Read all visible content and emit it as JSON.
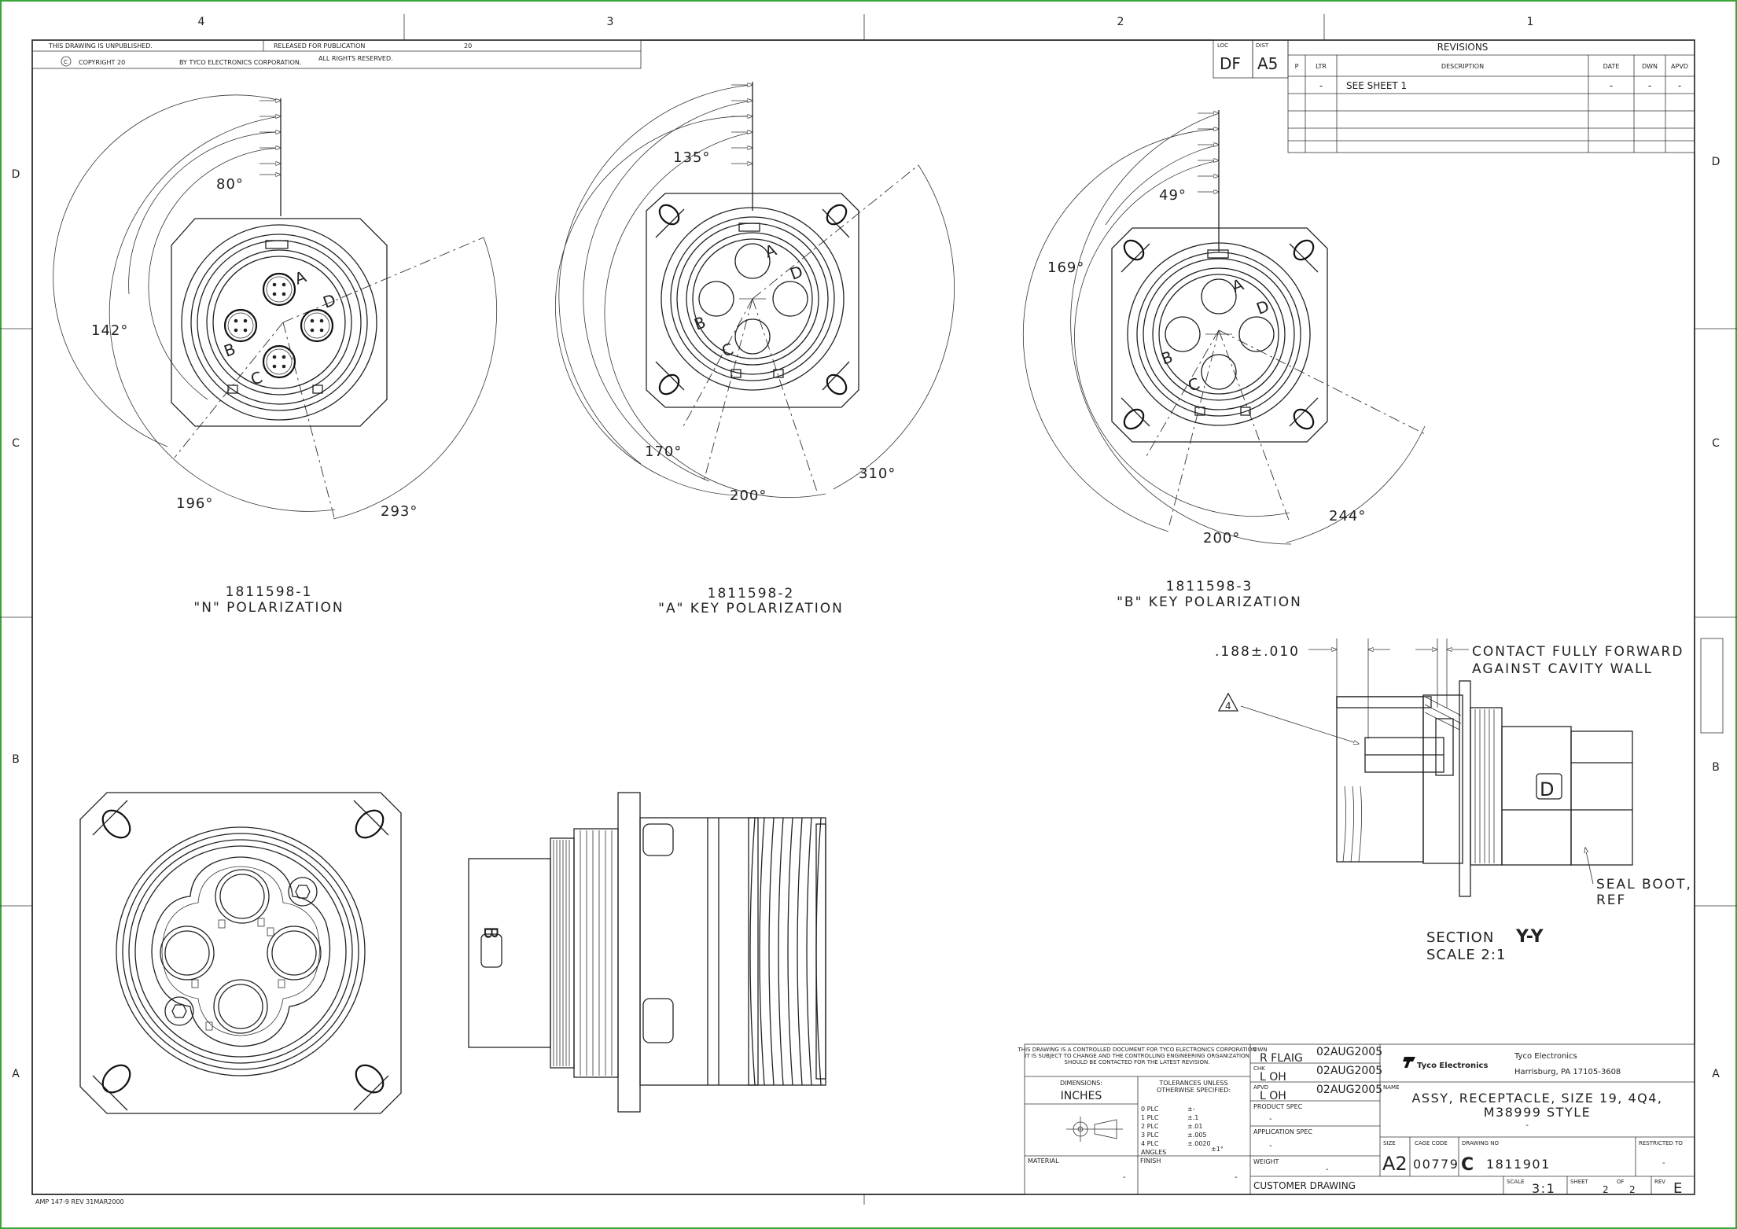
{
  "notices": {
    "unpublished": "THIS DRAWING IS UNPUBLISHED.",
    "released": "RELEASED FOR PUBLICATION",
    "released_year": "20",
    "copyright": "COPYRIGHT 20",
    "copyright_by": "BY TYCO ELECTRONICS CORPORATION.",
    "rights": "ALL RIGHTS RESERVED."
  },
  "border": {
    "columns": [
      "4",
      "3",
      "2",
      "1"
    ],
    "rows": [
      "D",
      "C",
      "B",
      "A"
    ]
  },
  "loc_dist": {
    "loc_label": "LOC",
    "loc_value": "DF",
    "dist_label": "DIST",
    "dist_value": "A5"
  },
  "revisions": {
    "title": "REVISIONS",
    "headers": [
      "P",
      "LTR",
      "DESCRIPTION",
      "DATE",
      "DWN",
      "APVD"
    ],
    "row": [
      "",
      "-",
      "SEE SHEET 1",
      "-",
      "-",
      "-"
    ]
  },
  "views": [
    {
      "part": "1811598-1",
      "polarization": "\"N\" POLARIZATION",
      "angles": [
        "80°",
        "142°",
        "196°",
        "293°"
      ],
      "letters": [
        "A",
        "B",
        "C",
        "D"
      ]
    },
    {
      "part": "1811598-2",
      "polarization": "\"A\" KEY POLARIZATION",
      "angles": [
        "135°",
        "170°",
        "200°",
        "310°"
      ],
      "letters": [
        "A",
        "B",
        "C",
        "D"
      ]
    },
    {
      "part": "1811598-3",
      "polarization": "\"B\" KEY POLARIZATION",
      "angles": [
        "49°",
        "169°",
        "200°",
        "244°"
      ],
      "letters": [
        "A",
        "B",
        "C",
        "D"
      ]
    }
  ],
  "side_view": {
    "key_letter": "B"
  },
  "section": {
    "dimension": ".188±.010",
    "note_line1": "CONTACT FULLY FORWARD",
    "note_line2": "AGAINST CAVITY WALL",
    "flag": "4",
    "key_letter": "D",
    "seal_line1": "SEAL BOOT,",
    "seal_line2": "REF",
    "label": "SECTION",
    "id": "Y-Y",
    "scale": "SCALE  2:1"
  },
  "title_block": {
    "control_note_1": "THIS DRAWING IS A CONTROLLED DOCUMENT FOR TYCO ELECTRONICS CORPORATION",
    "control_note_2": "IT IS SUBJECT TO CHANGE AND THE CONTROLLING ENGINEERING ORGANIZATION",
    "control_note_3": "SHOULD BE CONTACTED FOR THE LATEST REVISION.",
    "dimensions_label": "DIMENSIONS:",
    "dimensions_value": "INCHES",
    "tolerances_label_1": "TOLERANCES UNLESS",
    "tolerances_label_2": "OTHERWISE SPECIFIED:",
    "tolerances": [
      {
        "plc": "0 PLC",
        "tol": "±-"
      },
      {
        "plc": "1 PLC",
        "tol": "±.1"
      },
      {
        "plc": "2 PLC",
        "tol": "±.01"
      },
      {
        "plc": "3 PLC",
        "tol": "±.005"
      },
      {
        "plc": "4 PLC",
        "tol": "±.0020"
      },
      {
        "plc": "ANGLES",
        "tol": "±1°"
      }
    ],
    "material_label": "MATERIAL",
    "material_value": "-",
    "finish_label": "FINISH",
    "finish_value": "-",
    "dwn_label": "DWN",
    "dwn_name": "R FLAIG",
    "dwn_date": "02AUG2005",
    "chk_label": "CHK",
    "chk_name": "L OH",
    "chk_date": "02AUG2005",
    "apvd_label": "APVD",
    "apvd_name": "L OH",
    "apvd_date": "02AUG2005",
    "product_spec_label": "PRODUCT SPEC",
    "product_spec_value": "-",
    "application_spec_label": "APPLICATION SPEC",
    "application_spec_value": "-",
    "weight_label": "WEIGHT",
    "weight_value": "-",
    "customer_drawing": "CUSTOMER DRAWING",
    "logo_text": "Tyco Electronics",
    "company": "Tyco Electronics",
    "address": "Harrisburg, PA 17105-3608",
    "name_label": "NAME",
    "name_line1": "ASSY, RECEPTACLE, SIZE 19, 4Q4,",
    "name_line2": "M38999 STYLE",
    "name_line3": "-",
    "size_label": "SIZE",
    "size_value": "A2",
    "cage_label": "CAGE CODE",
    "cage_value": "00779",
    "drawing_no_label": "DRAWING NO",
    "drawing_no_prefix": "C",
    "drawing_no_value": "1811901",
    "restricted_label": "RESTRICTED TO",
    "restricted_value": "-",
    "scale_label": "SCALE",
    "scale_value": "3:1",
    "sheet_label": "SHEET",
    "sheet_value": "2",
    "of_label": "OF",
    "of_value": "2",
    "rev_label": "REV",
    "rev_value": "E"
  },
  "form_id": "AMP 147-9 REV 31MAR2000"
}
